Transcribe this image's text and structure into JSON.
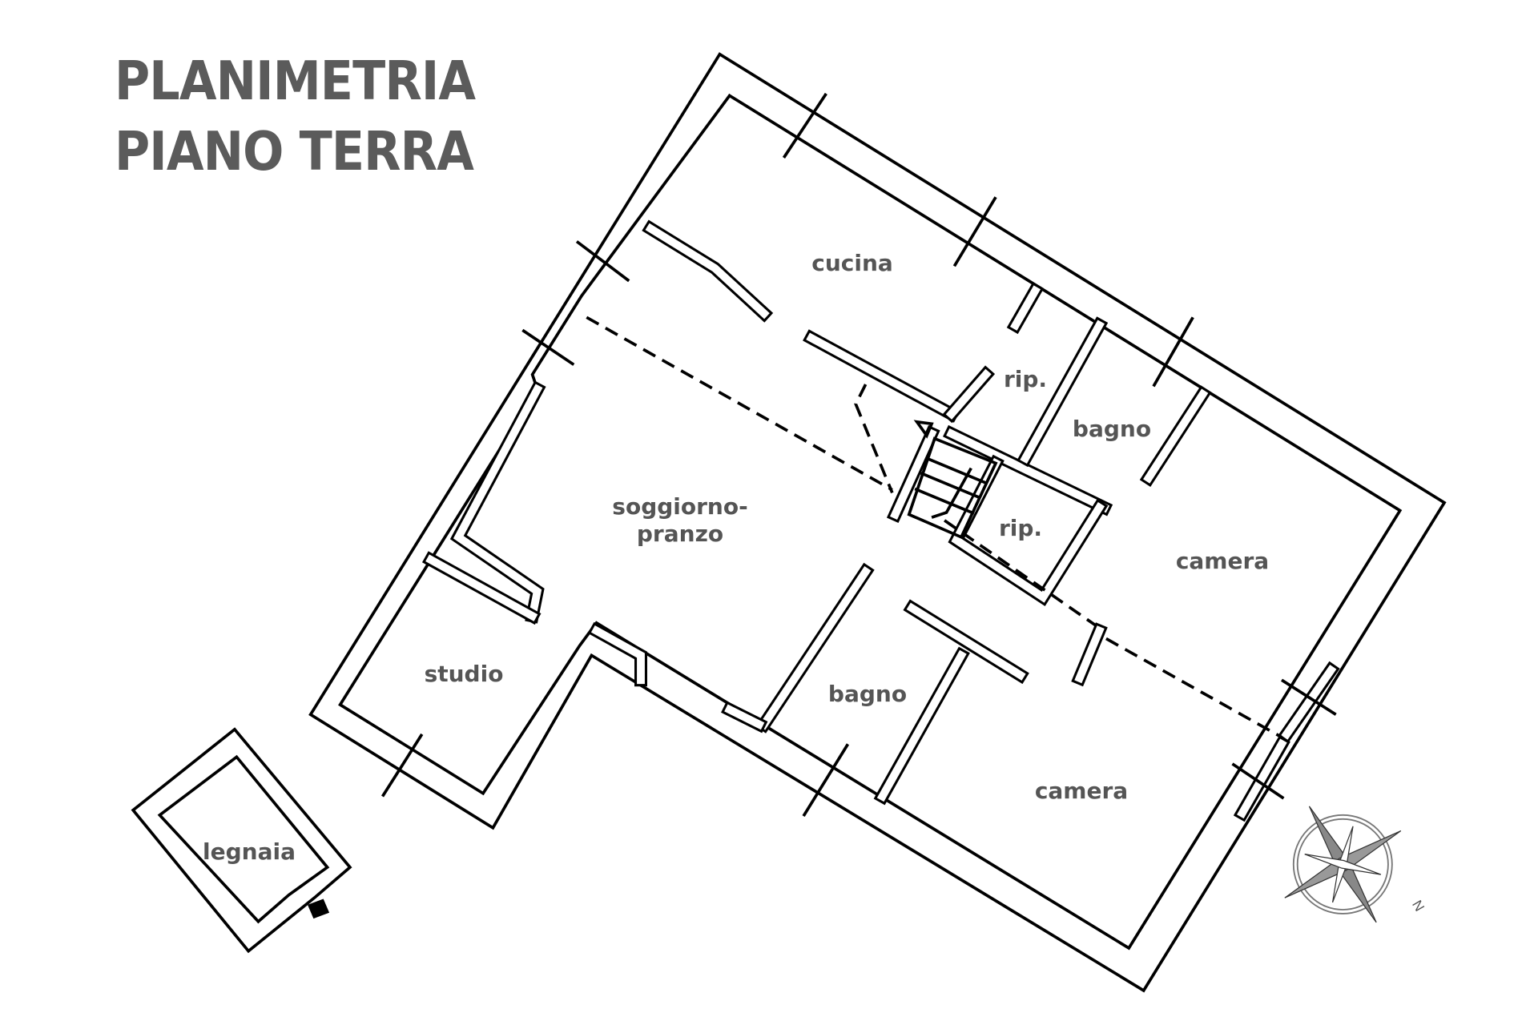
{
  "title": {
    "line1": "PLANIMETRIA",
    "line2": "PIANO TERRA"
  },
  "rooms": [
    {
      "id": "cucina",
      "label": "cucina"
    },
    {
      "id": "rip-1",
      "label": "rip."
    },
    {
      "id": "bagno-1",
      "label": "bagno"
    },
    {
      "id": "soggiorno",
      "label": "soggiorno-\npranzo",
      "line1": "soggiorno-",
      "line2": "pranzo"
    },
    {
      "id": "rip-2",
      "label": "rip."
    },
    {
      "id": "camera-1",
      "label": "camera"
    },
    {
      "id": "studio",
      "label": "studio"
    },
    {
      "id": "bagno-2",
      "label": "bagno"
    },
    {
      "id": "camera-2",
      "label": "camera"
    },
    {
      "id": "legnaia",
      "label": "legnaia"
    }
  ],
  "compass": {
    "north_label": "N"
  }
}
